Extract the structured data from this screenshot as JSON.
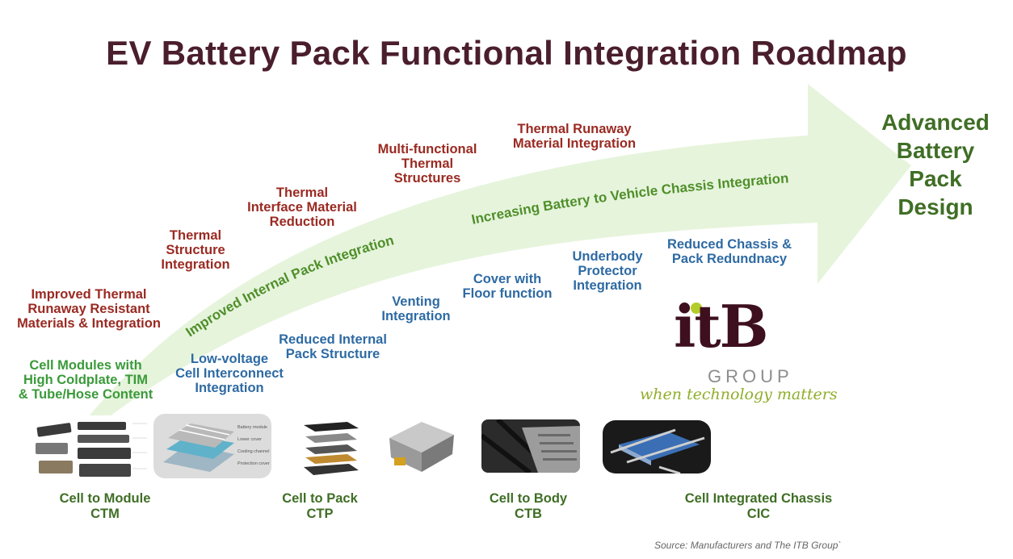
{
  "title": "EV Battery Pack Functional Integration Roadmap",
  "arrow_labels": {
    "internal": "Improved Internal Pack Integration",
    "chassis": "Increasing Battery to Vehicle Chassis Integration"
  },
  "goal": {
    "line1": "Advanced",
    "line2": "Battery",
    "line3": "Pack",
    "line4": "Design"
  },
  "thermal_labels": [
    {
      "line1": "Improved Thermal",
      "line2": "Runaway  Resistant",
      "line3": "Materials & Integration"
    },
    {
      "line1": "Thermal",
      "line2": "Structure",
      "line3": "Integration"
    },
    {
      "line1": "Thermal",
      "line2": "Interface Material",
      "line3": "Reduction"
    },
    {
      "line1": "Multi-functional",
      "line2": "Thermal",
      "line3": "Structures"
    },
    {
      "line1": "Thermal Runaway",
      "line2": "Material Integration"
    }
  ],
  "structural_labels": [
    {
      "line1": "Low-voltage",
      "line2": "Cell Interconnect",
      "line3": "Integration"
    },
    {
      "line1": "Reduced Internal",
      "line2": "Pack Structure"
    },
    {
      "line1": "Venting",
      "line2": "Integration"
    },
    {
      "line1": "Cover with",
      "line2": "Floor function"
    },
    {
      "line1": "Underbody",
      "line2": "Protector",
      "line3": "Integration"
    },
    {
      "line1": "Reduced Chassis &",
      "line2": "Pack Redundnacy"
    }
  ],
  "start_label": {
    "line1": "Cell Modules with",
    "line2": "High Coldplate, TIM",
    "line3": "& Tube/Hose Content"
  },
  "stages": [
    {
      "line1": "Cell to Module",
      "line2": "CTM"
    },
    {
      "line1": "Cell to Pack",
      "line2": "CTP"
    },
    {
      "line1": "Cell to Body",
      "line2": "CTB"
    },
    {
      "line1": "Cell Integrated Chassis",
      "line2": "CIC"
    }
  ],
  "thumb_labels": [
    "Battery module",
    "Lower cover",
    "Cooling channel",
    "Protection cover"
  ],
  "logo": {
    "mark": "itB",
    "group": "GROUP",
    "tagline": "when technology matters"
  },
  "source": "Source:  Manufacturers  and The ITB Group`",
  "colors": {
    "title": "#4a1e2c",
    "thermal": "#9a2a22",
    "structural": "#2e6aa3",
    "stage": "#3f6e25",
    "arrow": "#e6f4dc",
    "logo": "#3d0f1f"
  }
}
